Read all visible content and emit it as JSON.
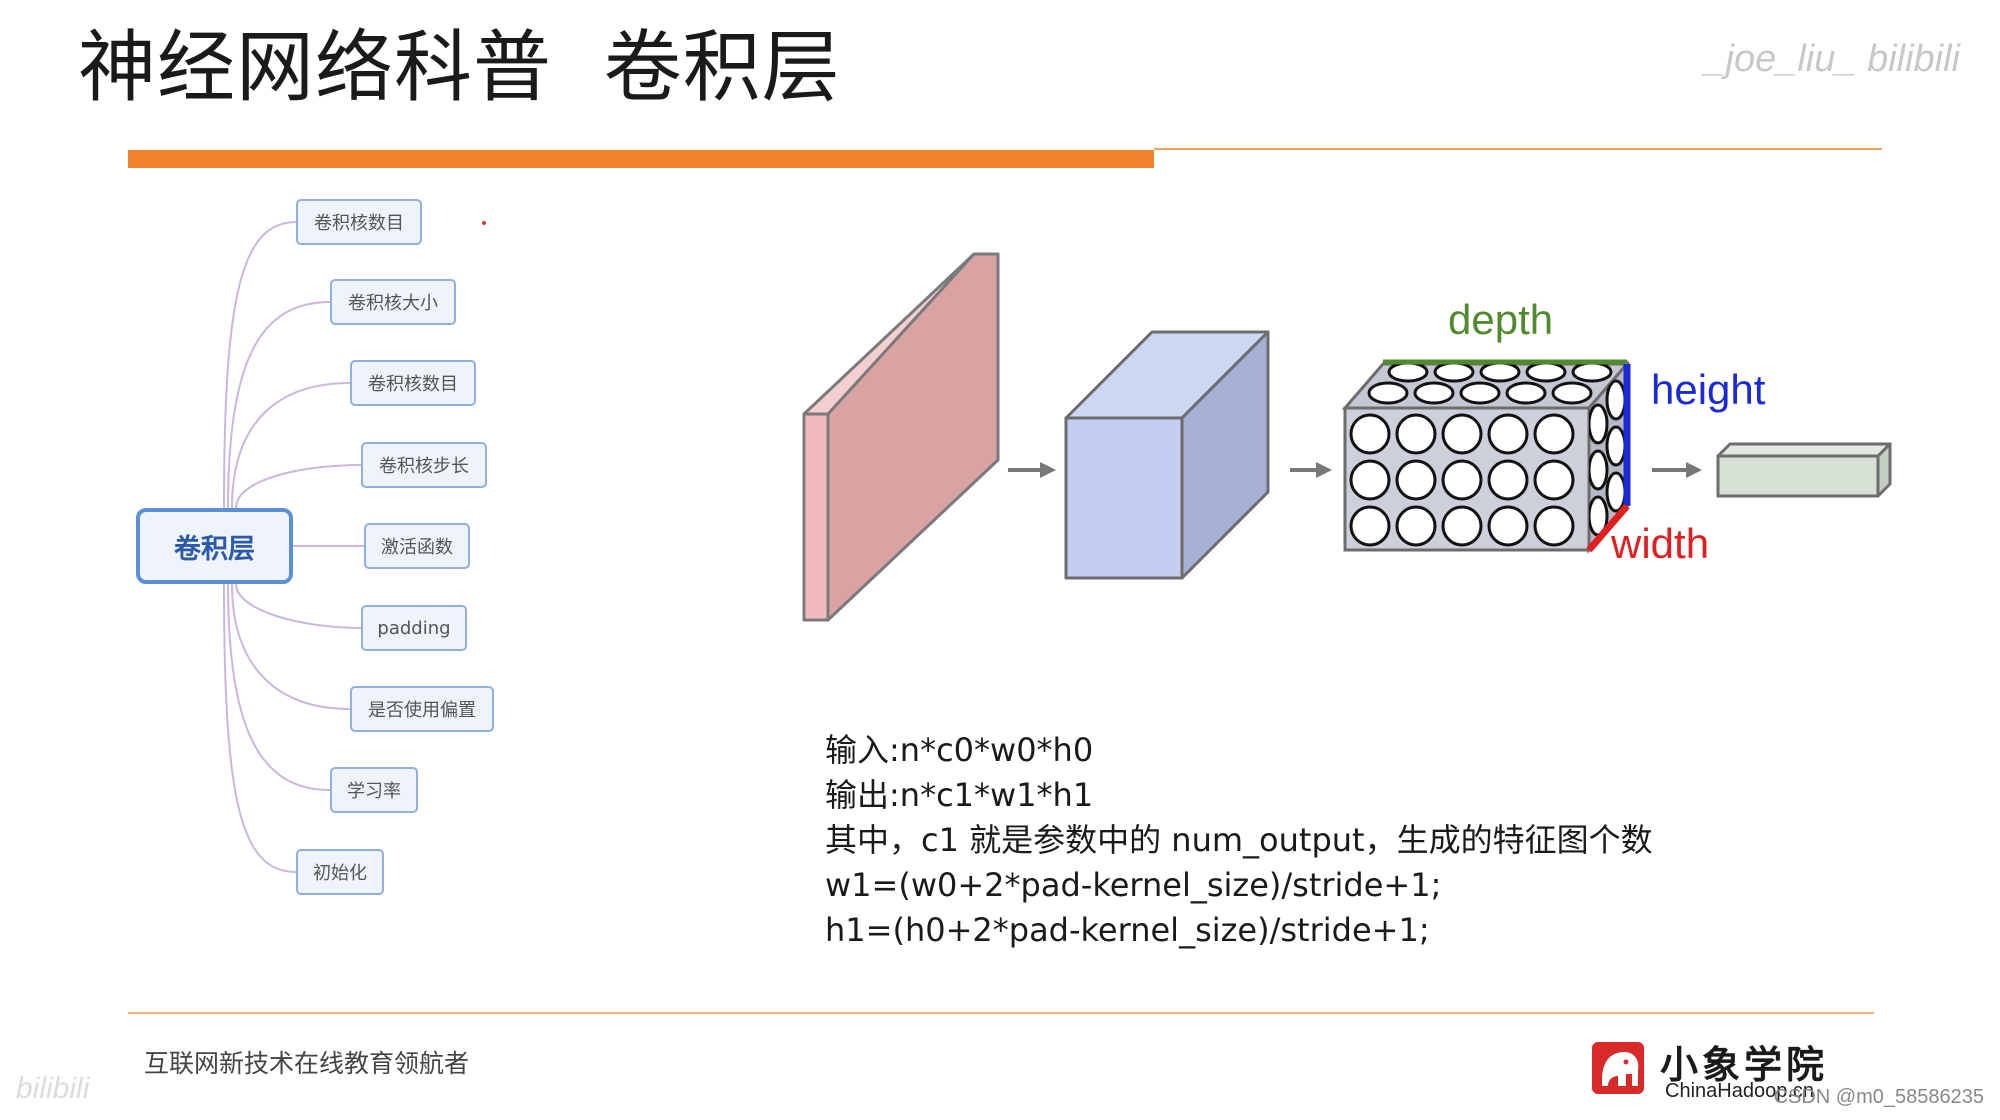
{
  "slide": {
    "title": "神经网络科普  卷积层",
    "watermark": "_joe_liu_ bilibili",
    "footer_slogan": "互联网新技术在线教育领航者",
    "bili_mark": "bilibili",
    "logo_text": "小象学院",
    "logo_sub": "ChinaHadoop.cn",
    "csdn_mark": "CSDN @m0_58586235",
    "accent_color": "#f0832a"
  },
  "mindmap": {
    "root": "卷积层",
    "leaves": [
      "卷积核数目",
      "卷积核大小",
      "卷积核数目",
      "卷积核步长",
      "激活函数",
      "padding",
      "是否使用偏置",
      "学习率",
      "初始化"
    ]
  },
  "diagram": {
    "depth_label": "depth",
    "height_label": "height",
    "width_label": "width",
    "depth_color": "#4f8a2c",
    "height_color": "#1a2ad6",
    "width_color": "#e02020"
  },
  "formula": {
    "lines": [
      "输入:n*c0*w0*h0",
      "输出:n*c1*w1*h1",
      "其中，c1 就是参数中的 num_output，生成的特征图个数",
      "w1=(w0+2*pad-kernel_size)/stride+1;",
      "h1=(h0+2*pad-kernel_size)/stride+1;"
    ]
  }
}
